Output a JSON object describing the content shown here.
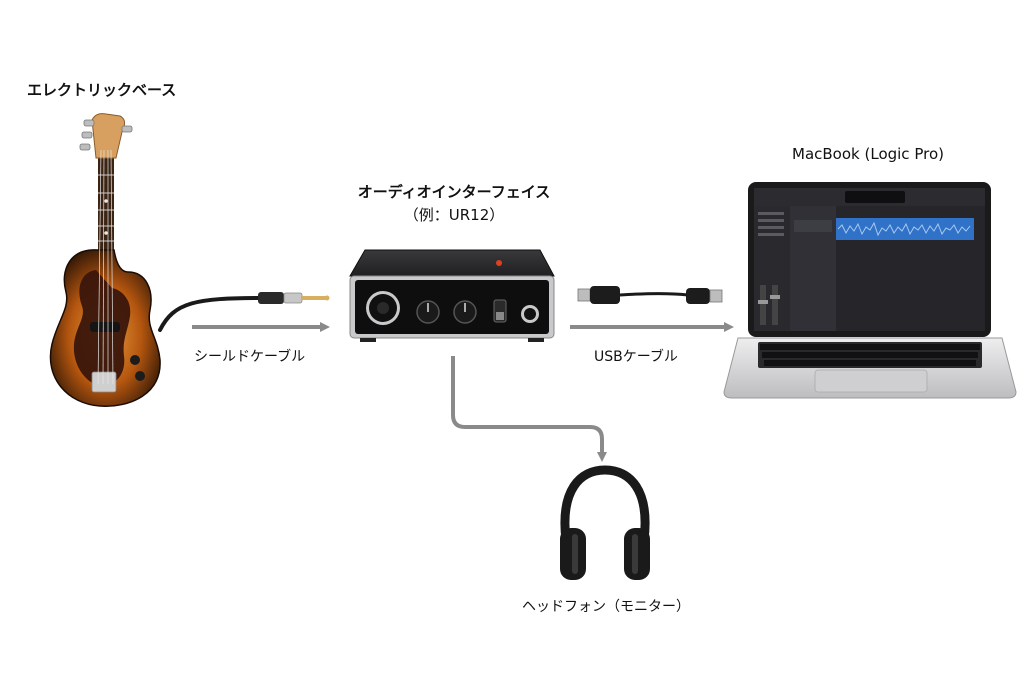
{
  "labels": {
    "bass": "エレクトリックベース",
    "interface_title": "オーディオインターフェイス",
    "interface_example": "（例：UR12）",
    "laptop": "MacBook (Logic Pro)",
    "shield_cable": "シールドケーブル",
    "usb_cable": "USBケーブル",
    "headphones": "ヘッドフォン（モニター）"
  },
  "colors": {
    "arrow": "#8a8a8a",
    "bass_body_edge": "#2a1406",
    "bass_body_mid": "#b5560f",
    "bass_body_center": "#e8a040",
    "pickguard": "#3a160c",
    "interface_body": "#2f2f31",
    "interface_front": "#0e0e0e",
    "laptop_silver": "#d9d9db",
    "screen_bg": "#1f1f22",
    "waveform": "#2f72c8",
    "headphones": "#1a1a1a"
  },
  "icons": {
    "bass": "electric-bass-icon",
    "interface": "audio-interface-icon",
    "laptop": "laptop-icon",
    "headphones": "headphones-icon"
  }
}
